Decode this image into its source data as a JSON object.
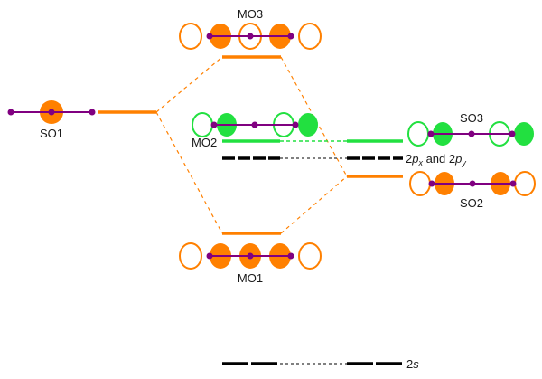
{
  "colors": {
    "orange": "#ff8000",
    "green": "#22e040",
    "purple": "#800080",
    "black": "#000000"
  },
  "labels": {
    "mo3": "MO3",
    "mo2": "MO2",
    "mo1": "MO1",
    "so1": "SO1",
    "so2": "SO2",
    "so3": "SO3",
    "two_p_prefix": "2",
    "two_p_x_sym": "p",
    "two_p_x_sub": "x",
    "two_p_and": " and 2",
    "two_p_y_sym": "p",
    "two_p_y_sub": "y",
    "two_s_num": "2",
    "two_s_sym": "s"
  }
}
